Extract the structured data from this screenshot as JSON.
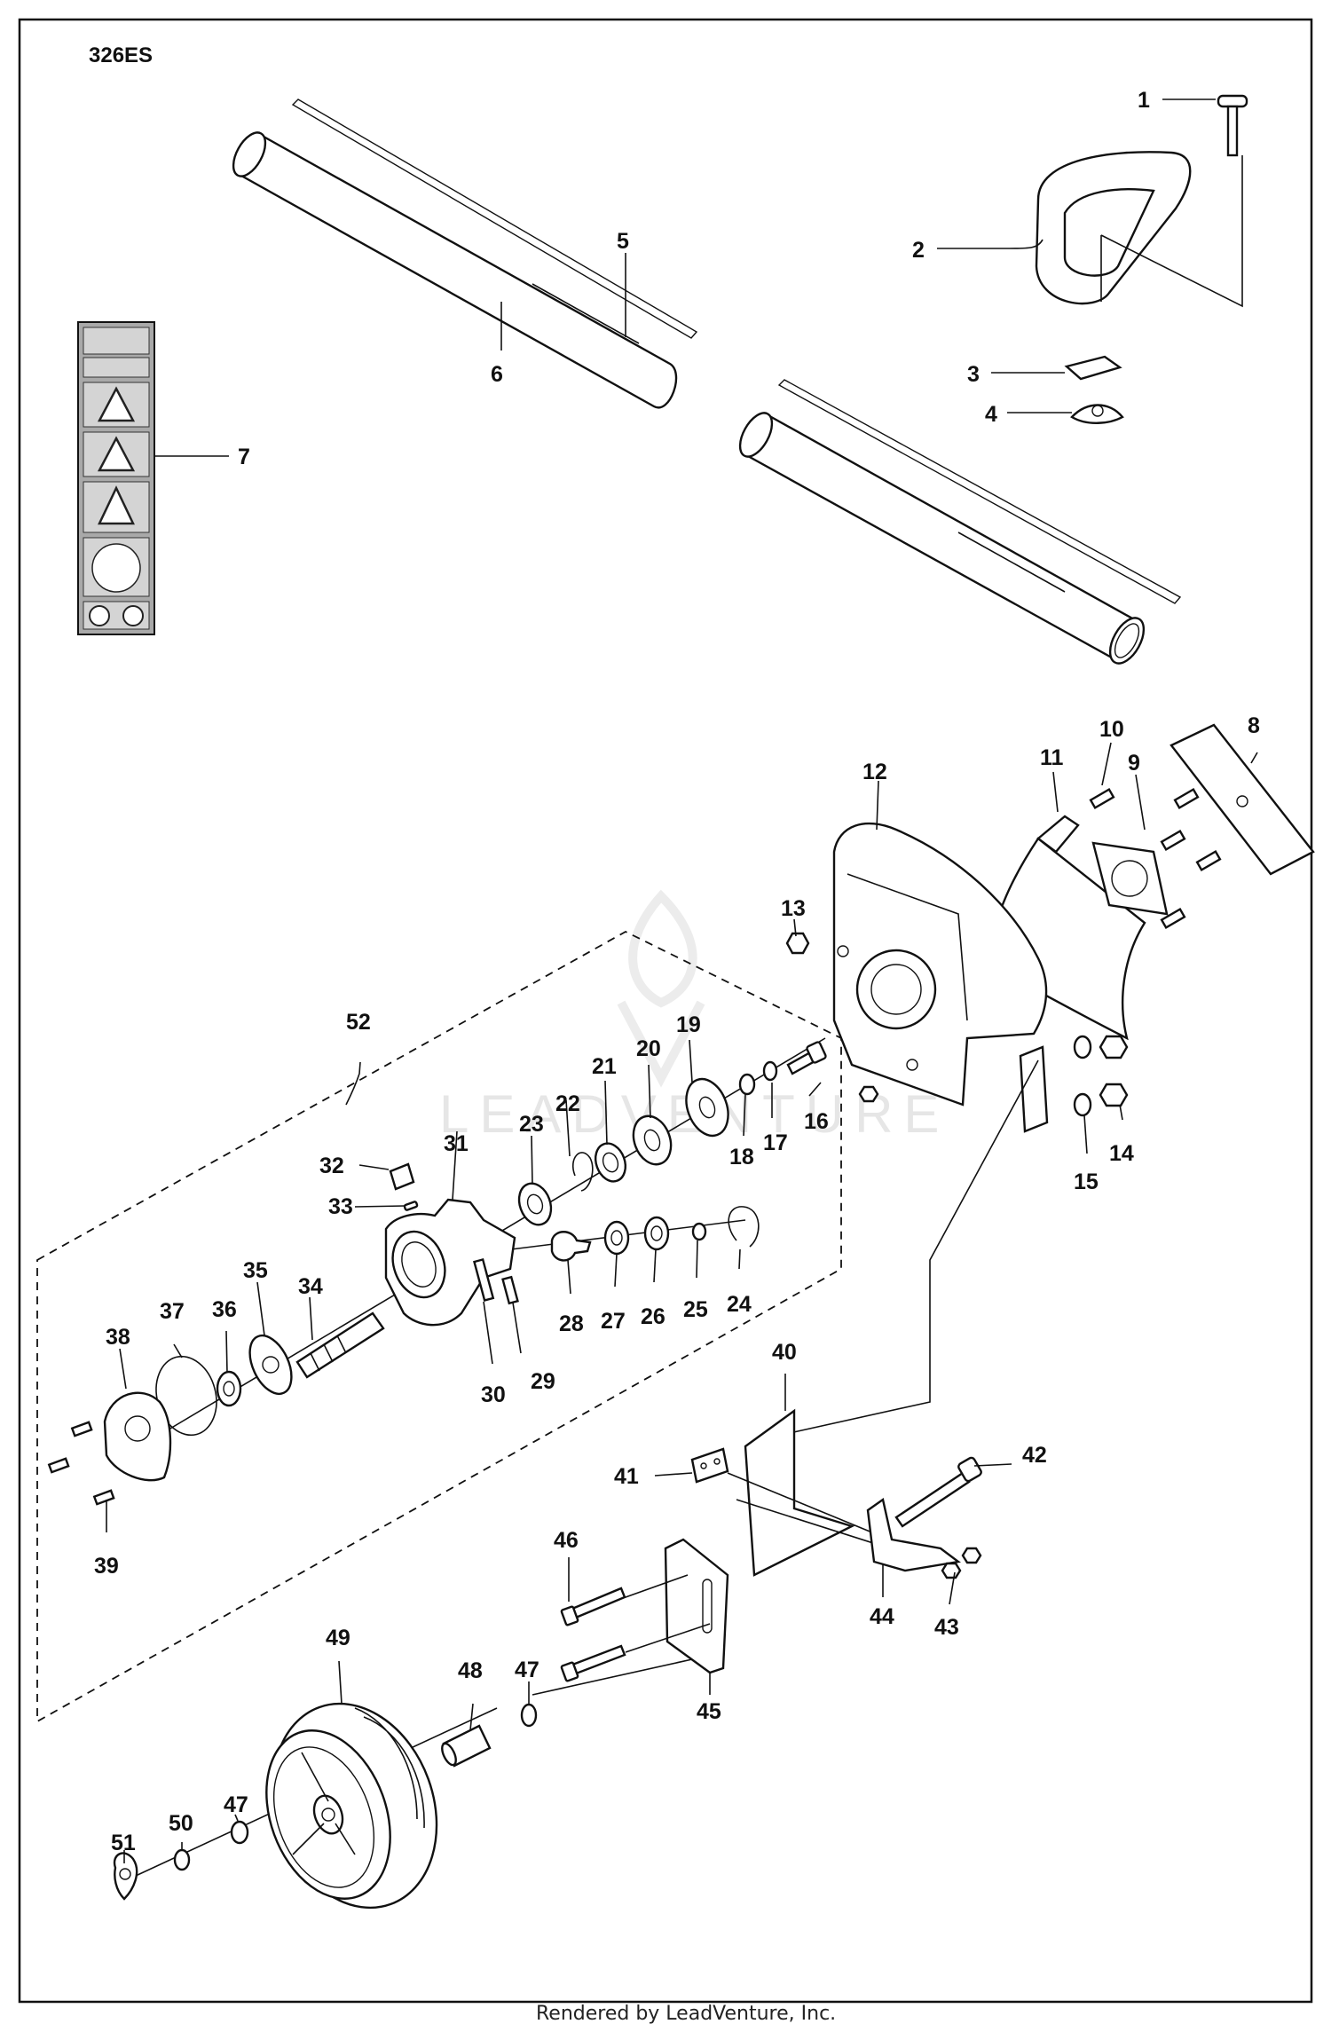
{
  "title": "326ES",
  "footer": "Rendered by LeadVenture, Inc.",
  "watermark": "LEADVENTURE",
  "parts": [
    {
      "n": "1",
      "name": "bolt"
    },
    {
      "n": "2",
      "name": "loop-handle"
    },
    {
      "n": "3",
      "name": "handle-clamp"
    },
    {
      "n": "4",
      "name": "wing-nut"
    },
    {
      "n": "5",
      "name": "drive-shaft"
    },
    {
      "n": "6",
      "name": "shaft-tube"
    },
    {
      "n": "7",
      "name": "warning-decal"
    },
    {
      "n": "8",
      "name": "edger-blade"
    },
    {
      "n": "9",
      "name": "blade-plate"
    },
    {
      "n": "10",
      "name": "screw"
    },
    {
      "n": "11",
      "name": "guard-bracket"
    },
    {
      "n": "12",
      "name": "blade-guard"
    },
    {
      "n": "13",
      "name": "nut"
    },
    {
      "n": "14",
      "name": "nut"
    },
    {
      "n": "15",
      "name": "washer"
    },
    {
      "n": "16",
      "name": "bolt"
    },
    {
      "n": "17",
      "name": "washer"
    },
    {
      "n": "18",
      "name": "washer"
    },
    {
      "n": "19",
      "name": "flange"
    },
    {
      "n": "20",
      "name": "spacer"
    },
    {
      "n": "21",
      "name": "bushing"
    },
    {
      "n": "22",
      "name": "retaining-ring"
    },
    {
      "n": "23",
      "name": "bearing"
    },
    {
      "n": "24",
      "name": "circlip"
    },
    {
      "n": "25",
      "name": "washer"
    },
    {
      "n": "26",
      "name": "bearing"
    },
    {
      "n": "27",
      "name": "bearing"
    },
    {
      "n": "28",
      "name": "pinion"
    },
    {
      "n": "29",
      "name": "screw"
    },
    {
      "n": "30",
      "name": "screw"
    },
    {
      "n": "31",
      "name": "gear-housing"
    },
    {
      "n": "32",
      "name": "grease-fitting"
    },
    {
      "n": "33",
      "name": "pin"
    },
    {
      "n": "34",
      "name": "output-shaft"
    },
    {
      "n": "35",
      "name": "gear"
    },
    {
      "n": "36",
      "name": "bearing"
    },
    {
      "n": "37",
      "name": "o-ring"
    },
    {
      "n": "38",
      "name": "gear-cover"
    },
    {
      "n": "39",
      "name": "screw"
    },
    {
      "n": "40",
      "name": "depth-plate"
    },
    {
      "n": "41",
      "name": "clamp-plate"
    },
    {
      "n": "42",
      "name": "bolt"
    },
    {
      "n": "43",
      "name": "nut"
    },
    {
      "n": "44",
      "name": "bracket"
    },
    {
      "n": "45",
      "name": "wheel-bracket"
    },
    {
      "n": "46",
      "name": "bolt"
    },
    {
      "n": "47",
      "name": "washer"
    },
    {
      "n": "48",
      "name": "spacer"
    },
    {
      "n": "49",
      "name": "wheel"
    },
    {
      "n": "50",
      "name": "washer"
    },
    {
      "n": "51",
      "name": "wing-nut"
    },
    {
      "n": "52",
      "name": "gearbox-assembly"
    }
  ]
}
